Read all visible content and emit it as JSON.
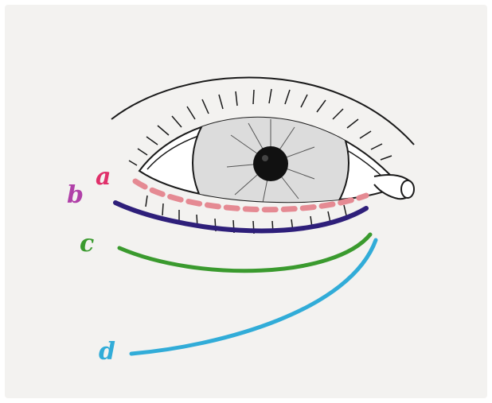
{
  "labels": {
    "a": "a",
    "b": "b",
    "c": "c",
    "d": "d"
  },
  "colors": {
    "paper": "#f3f2f0",
    "ink": "#1a1a1a",
    "iris": "#dcdcdc",
    "pupil": "#111111",
    "line_a": "#e58a93",
    "line_b": "#2e1f7a",
    "line_c": "#3a9a2e",
    "line_d": "#31acd8",
    "label_a": "#e0306a",
    "label_b": "#b040a8",
    "label_c": "#3a9a2e",
    "label_d": "#31acd8"
  },
  "icons": {
    "eye": "eye-drawing-icon"
  }
}
